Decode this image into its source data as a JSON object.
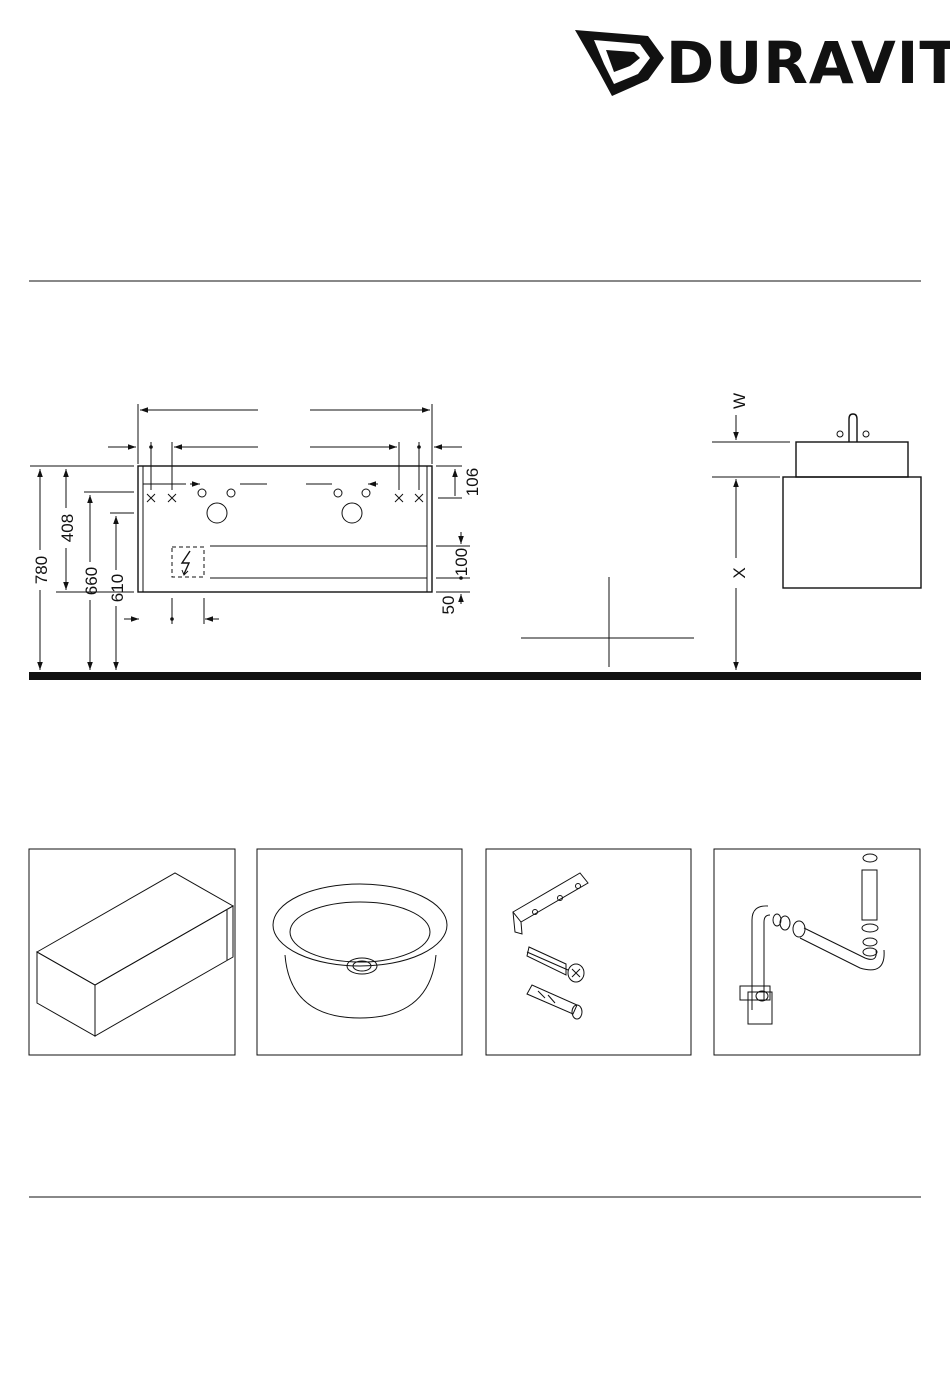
{
  "brand": {
    "logo_text": "DURAVIT",
    "logo_icon": "duravit-bird-logo-icon"
  },
  "front_view": {
    "dim_total_height": "780",
    "dim_top_height": "408",
    "dim_basin_top": "660",
    "dim_cabinet_top": "610",
    "dim_tap_offset": "106",
    "dim_socket_height": "100",
    "dim_bottom_offset": "50",
    "socket_icon": "electrical-socket-icon"
  },
  "side_view": {
    "dim_w": "W",
    "dim_x": "X"
  },
  "scope_of_delivery": [
    {
      "icon": "vanity-unit-box-icon"
    },
    {
      "icon": "round-basin-bowl-icon"
    },
    {
      "icon": "mounting-bracket-screw-dowel-icon"
    },
    {
      "icon": "siphon-waste-pipe-icon"
    }
  ],
  "colors": {
    "ink": "#111111",
    "background": "#ffffff"
  }
}
